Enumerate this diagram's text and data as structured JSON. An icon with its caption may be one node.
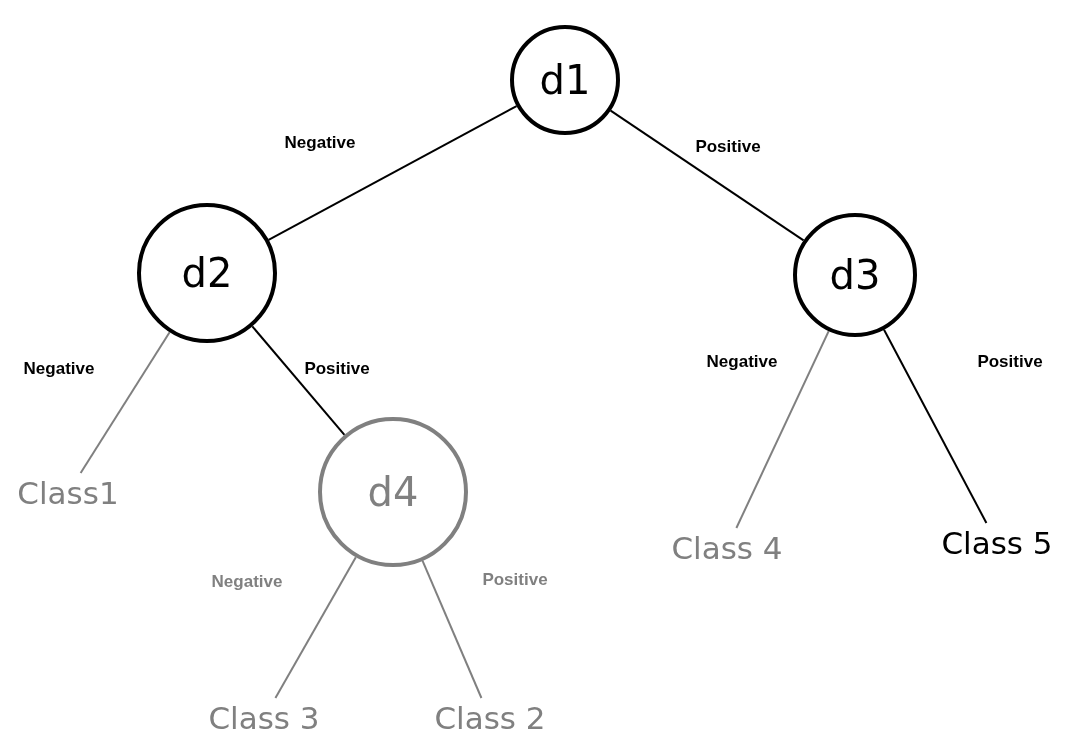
{
  "diagram": {
    "nodes": [
      {
        "text": [
          "d1"
        ]
      },
      {
        "text": [
          "d2"
        ]
      },
      {
        "text": [
          "d3"
        ]
      },
      {
        "text": [
          "d4"
        ]
      },
      {
        "text": [
          "Class1"
        ]
      },
      {
        "text": [
          "Class 4"
        ]
      },
      {
        "text": [
          "Class 5"
        ]
      },
      {
        "text": [
          "Class 3"
        ]
      },
      {
        "text": [
          "Class 2"
        ]
      }
    ],
    "edges": [
      {
        "from": 0,
        "to": 1,
        "arrow": "none",
        "label": "Negative"
      },
      {
        "from": 0,
        "to": 2,
        "arrow": "none",
        "label": "Positive"
      },
      {
        "from": 1,
        "to": 4,
        "arrow": "none",
        "label": "Negative",
        "color": "#808080"
      },
      {
        "from": 1,
        "to": 3,
        "arrow": "none",
        "label": "Positive"
      },
      {
        "from": 2,
        "to": 5,
        "arrow": "none",
        "label": "Negative",
        "color": "#808080"
      },
      {
        "from": 2,
        "to": 6,
        "arrow": "none",
        "label": "Positive"
      },
      {
        "from": 3,
        "to": 7,
        "arrow": "none",
        "label": "Negative",
        "color": "#808080"
      },
      {
        "from": 3,
        "to": 8,
        "arrow": "none",
        "label": "Positive",
        "color": "#808080"
      }
    ]
  }
}
